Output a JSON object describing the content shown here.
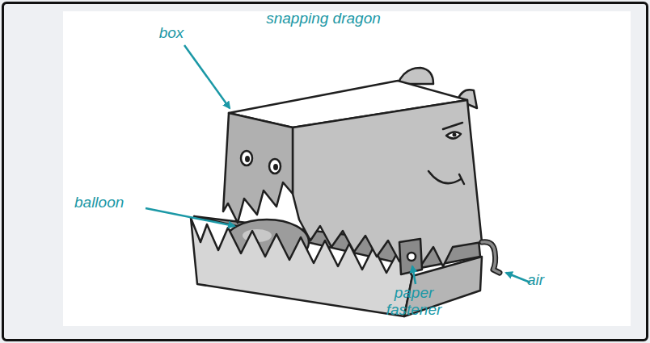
{
  "diagram": {
    "title": "snapping dragon",
    "labels": [
      "box",
      "balloon",
      "paper fastener",
      "air"
    ]
  }
}
